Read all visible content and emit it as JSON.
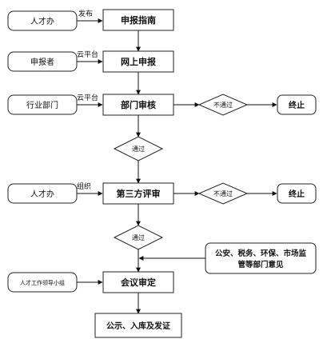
{
  "left_nodes": {
    "rencaiban_1": "人才办",
    "shenbaozhe": "申报者",
    "hangye_bumen": "行业部门",
    "rencaiban_2": "人才办",
    "rencai_xiaozu": "人才工作领导小组"
  },
  "edge_labels": {
    "fabu": "发布",
    "yunpingtai_1": "云平台",
    "yunpingtai_2": "云平台",
    "zuzhi": "组织",
    "tongguo_1": "通过",
    "tongguo_2": "通过"
  },
  "process_nodes": {
    "shenbao_zhinan": "申报指南",
    "wangshang_shenbao": "网上申报",
    "bumen_shenhe": "部门审核",
    "disanfang_pingshen": "第三方评审",
    "huiyi_shending": "会议审定",
    "gongshi": "公示、入库及发证"
  },
  "decisions": {
    "butongguo_1": "不通过",
    "butongguo_2": "不通过"
  },
  "terminals": {
    "zhongzhi_1": "终止",
    "zhongzhi_2": "终止"
  },
  "opinion_box": {
    "line1": "公安、税务、环保、市场监",
    "line2": "管等部门意见"
  }
}
